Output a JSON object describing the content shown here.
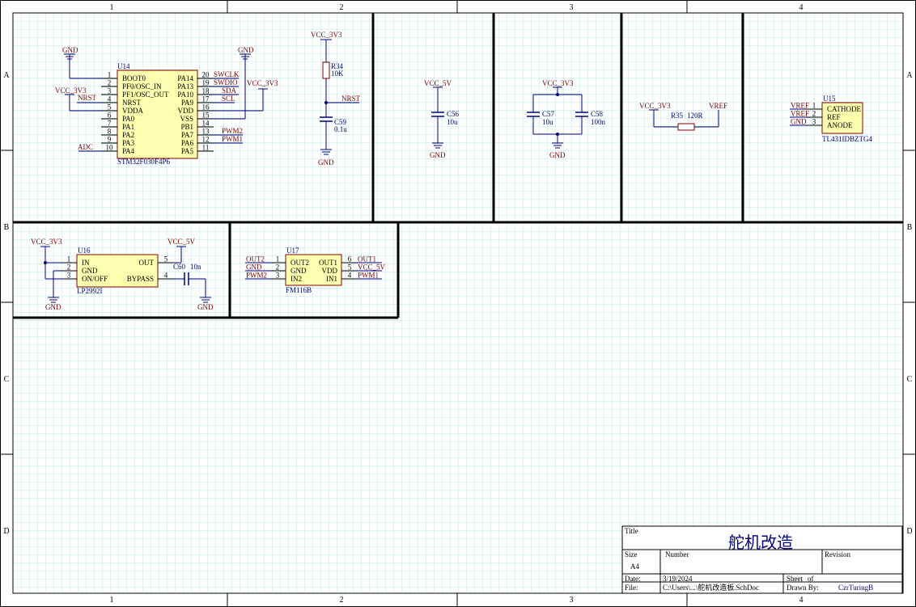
{
  "sheet": {
    "zone_columns": [
      "1",
      "2",
      "3",
      "4"
    ],
    "zone_rows": [
      "A",
      "B",
      "C",
      "D"
    ]
  },
  "u14": {
    "designator": "U14",
    "part": "STM32F030F4P6",
    "left_pins": [
      {
        "num": "1",
        "name": "BOOT0"
      },
      {
        "num": "2",
        "name": "PF0/OSC_IN"
      },
      {
        "num": "3",
        "name": "PF1/OSC_OUT"
      },
      {
        "num": "4",
        "name": "NRST"
      },
      {
        "num": "5",
        "name": "VDDA"
      },
      {
        "num": "6",
        "name": "PA0"
      },
      {
        "num": "7",
        "name": "PA1"
      },
      {
        "num": "8",
        "name": "PA2"
      },
      {
        "num": "9",
        "name": "PA3"
      },
      {
        "num": "10",
        "name": "PA4"
      }
    ],
    "right_pins": [
      {
        "num": "20",
        "name": "PA14"
      },
      {
        "num": "19",
        "name": "PA13"
      },
      {
        "num": "18",
        "name": "PA10"
      },
      {
        "num": "17",
        "name": "PA9"
      },
      {
        "num": "16",
        "name": "VDD"
      },
      {
        "num": "15",
        "name": "VSS"
      },
      {
        "num": "14",
        "name": "PB1"
      },
      {
        "num": "13",
        "name": "PA7"
      },
      {
        "num": "12",
        "name": "PA6"
      },
      {
        "num": "11",
        "name": "PA5"
      }
    ],
    "nets": {
      "gnd_left": "GND",
      "vcc_left": "VCC_3V3",
      "nrst": "NRST",
      "adc": "ADC",
      "swclk": "SWCLK",
      "swdio": "SWDIO",
      "sda": "SDA",
      "scl": "SCL",
      "gnd_right": "GND",
      "vcc_right": "VCC_3V3",
      "pwm2": "PWM2",
      "pwm1": "PWM1"
    }
  },
  "reset": {
    "vcc": "VCC_3V3",
    "r_des": "R34",
    "r_val": "10K",
    "net": "NRST",
    "c_des": "C59",
    "c_val": "0.1u",
    "gnd": "GND"
  },
  "c56": {
    "vcc": "VCC_5V",
    "des": "C56",
    "val": "10u",
    "gnd": "GND"
  },
  "c57c58": {
    "vcc": "VCC_3V3",
    "c57_des": "C57",
    "c57_val": "10u",
    "c58_des": "C58",
    "c58_val": "100n",
    "gnd": "GND"
  },
  "r35": {
    "vcc": "VCC_3V3",
    "des": "R35",
    "val": "120R",
    "net": "VREF"
  },
  "u15": {
    "designator": "U15",
    "part": "TL431IDBZTG4",
    "pins": [
      {
        "num": "1",
        "name": "CATHODE",
        "net": "VREF"
      },
      {
        "num": "2",
        "name": "REF",
        "net": "VREF"
      },
      {
        "num": "3",
        "name": "ANODE",
        "net": "GND"
      }
    ]
  },
  "u16": {
    "designator": "U16",
    "part": "LP2992I",
    "vcc_in": "VCC_3V3",
    "vcc_out": "VCC_5V",
    "left_pins": [
      {
        "num": "1",
        "name": "IN"
      },
      {
        "num": "2",
        "name": "GND"
      },
      {
        "num": "3",
        "name": "ON/OFF"
      }
    ],
    "right_pins": [
      {
        "num": "5",
        "name": "OUT"
      },
      {
        "num": "4",
        "name": "BYPASS"
      }
    ],
    "c_des": "C60",
    "c_val": "10n",
    "gnd_left": "GND",
    "gnd_right": "GND"
  },
  "u17": {
    "designator": "U17",
    "part": "FM116B",
    "left_pins": [
      {
        "num": "1",
        "name": "OUT2",
        "net": "OUT2"
      },
      {
        "num": "2",
        "name": "GND",
        "net": "GND"
      },
      {
        "num": "3",
        "name": "IN2",
        "net": "PWM2"
      }
    ],
    "right_pins": [
      {
        "num": "6",
        "name": "OUT1",
        "net": "OUT1"
      },
      {
        "num": "5",
        "name": "VDD",
        "net": "VCC_5V"
      },
      {
        "num": "4",
        "name": "IN1",
        "net": "PWM1"
      }
    ]
  },
  "title_block": {
    "title_label": "Title",
    "title": "舵机改造",
    "size_label": "Size",
    "size": "A4",
    "number_label": "Number",
    "revision_label": "Revision",
    "date_label": "Date:",
    "date": "3/19/2024",
    "sheet_label": "Sheet",
    "of_label": "of",
    "file_label": "File:",
    "file": "C:\\Users\\...\\舵机改造板.SchDoc",
    "drawn_label": "Drawn By:",
    "drawn": "CzrTuringB"
  },
  "colors": {
    "grid": "#a8dcd8",
    "wire": "#000080",
    "body_fill": "#ffffb0",
    "body_stroke": "#800000",
    "net_label": "#800000"
  }
}
